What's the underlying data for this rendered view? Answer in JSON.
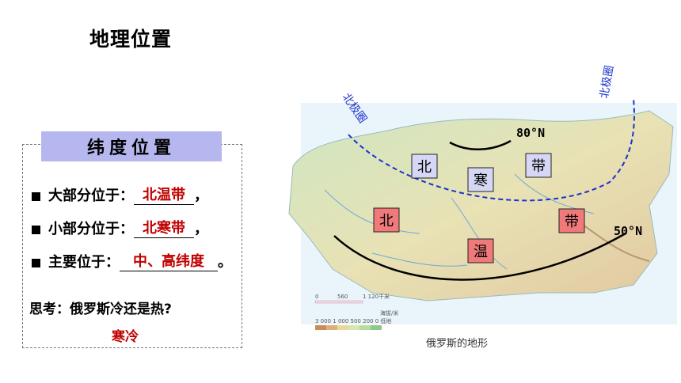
{
  "title": "地理位置",
  "panel": {
    "header": "纬度位置",
    "rows": [
      {
        "label": "大部分位于：",
        "answer": "北温带",
        "tail": "，"
      },
      {
        "label": "小部分位于：",
        "answer": "北寒带",
        "tail": "，"
      },
      {
        "label": "主要位于：",
        "answer": "中、高纬度",
        "tail": "。"
      }
    ],
    "question": "思考：俄罗斯冷还是热?",
    "question_answer": "寒冷"
  },
  "map": {
    "arctic_left": "北极圈",
    "arctic_right": "北极圈",
    "lat_80": "80°N",
    "lat_50": "50°N",
    "cold_zone": [
      "北",
      "寒",
      "带"
    ],
    "temperate_zone": [
      "北",
      "温",
      "带"
    ],
    "scale_label": "1 120千米",
    "scale_0": "0",
    "scale_mid": "560",
    "legend_title": "海拔/米",
    "legend_values": "3 000 1 000  500  200  0 低地",
    "caption": "俄罗斯的地形",
    "colors": {
      "cold_box": "#d6d6f5",
      "warm_box": "#f07a7a",
      "arctic_line": "#1a33cc",
      "lat_line": "#000000"
    }
  }
}
